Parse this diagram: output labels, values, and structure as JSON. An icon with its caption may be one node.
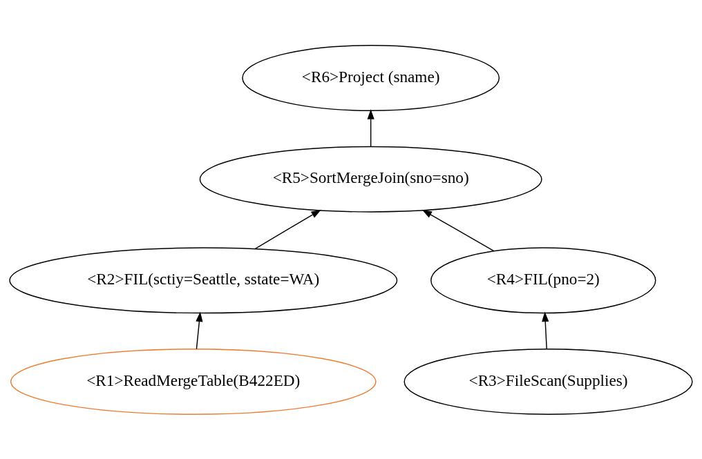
{
  "diagram": {
    "nodes": [
      {
        "text": [
          "<R6>Project (sname)"
        ]
      },
      {
        "text": [
          "<R5>SortMergeJoin(sno=sno)"
        ]
      },
      {
        "text": [
          "<R2>FIL(sctiy=Seattle, sstate=WA)"
        ]
      },
      {
        "text": [
          "<R4>FIL(pno=2)"
        ]
      },
      {
        "text": [
          "<R3>FileScan(Supplies)"
        ]
      },
      {
        "text": [
          "<R1>ReadMergeTable(B422ED)"
        ]
      }
    ],
    "edges": [
      {
        "from": 1,
        "to": 0,
        "arrow": "to"
      },
      {
        "from": 2,
        "to": 1,
        "arrow": "to"
      },
      {
        "from": 3,
        "to": 1,
        "arrow": "to"
      },
      {
        "from": 4,
        "to": 3,
        "arrow": "to"
      },
      {
        "from": 5,
        "to": 2,
        "arrow": "to"
      }
    ]
  }
}
